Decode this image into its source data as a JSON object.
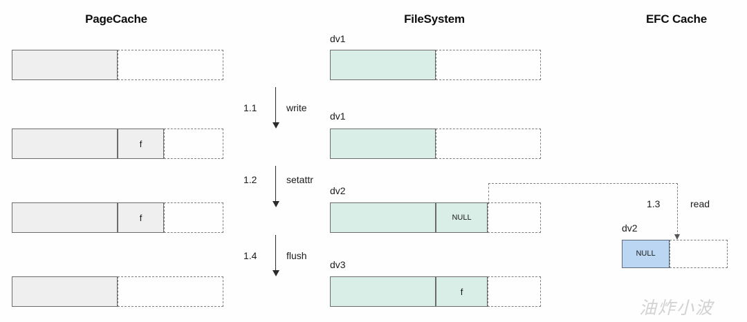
{
  "columns": [
    {
      "title": "PageCache"
    },
    {
      "title": "FileSystem"
    },
    {
      "title": "EFC Cache"
    }
  ],
  "pagecache_rows": [
    {
      "cells": [],
      "ghost": true
    },
    {
      "cells": [
        "f"
      ],
      "ghost": true
    },
    {
      "cells": [
        "f"
      ],
      "ghost": true
    },
    {
      "cells": [],
      "ghost": true
    }
  ],
  "filesystem_rows": [
    {
      "version": "dv1",
      "cells": []
    },
    {
      "version": "dv1",
      "cells": []
    },
    {
      "version": "dv2",
      "cells": [
        "NULL"
      ]
    },
    {
      "version": "dv3",
      "cells": [
        "f"
      ]
    }
  ],
  "efc_rows": [
    {
      "version": "dv2",
      "cells": [
        "NULL"
      ]
    }
  ],
  "steps": [
    {
      "num": "1.1",
      "op": "write"
    },
    {
      "num": "1.2",
      "op": "setattr"
    },
    {
      "num": "1.4",
      "op": "flush"
    }
  ],
  "read_step": {
    "num": "1.3",
    "op": "read"
  },
  "watermark": "油炸小波",
  "colors": {
    "pagecache_fill": "#efefef",
    "filesystem_fill": "#d9eee7",
    "efc_fill": "#bad6f2",
    "box_stroke": "#6b6b6b",
    "dashed_stroke": "#7d7d7d",
    "arrow": "#2b2b2b",
    "text": "#1a1a1a",
    "watermark": "#d2d2d2"
  }
}
